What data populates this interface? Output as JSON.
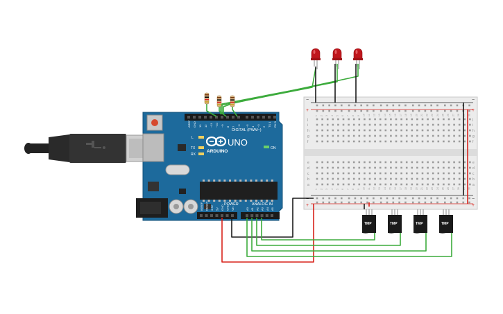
{
  "arduino": {
    "logo": "ARDUINO",
    "model": "UNO",
    "digital_header": "DIGITAL (PWM~)",
    "power_header": "POWER",
    "analog_header": "ANALOG IN",
    "analog_pins": [
      "A0",
      "A1",
      "A2",
      "A3",
      "A4",
      "A5"
    ],
    "power_pins": [
      "IOREF",
      "RESET",
      "3.3V",
      "5V",
      "GND",
      "GND",
      "Vin"
    ],
    "digital_pins": [
      "AREF",
      "GND",
      "13",
      "12",
      "~11",
      "~10",
      "~9",
      "8",
      "7",
      "~6",
      "~5",
      "4",
      "~3",
      "2",
      "TX 1",
      "RX 0"
    ],
    "led_labels": [
      "L",
      "TX",
      "RX"
    ],
    "on_label": "ON",
    "board_color": "#1d6a9c"
  },
  "breadboard": {
    "row_letters_top": [
      "j",
      "i",
      "h",
      "g",
      "f"
    ],
    "row_letters_bottom": [
      "e",
      "d",
      "c",
      "b",
      "a"
    ],
    "columns": [
      "1",
      "2",
      "3",
      "4",
      "5",
      "6",
      "7",
      "8",
      "9",
      "10",
      "11",
      "12",
      "13",
      "14",
      "15",
      "16",
      "17",
      "18",
      "19",
      "20",
      "21",
      "22",
      "23",
      "24",
      "25",
      "26",
      "27",
      "28",
      "29",
      "30"
    ],
    "rail_minus": "−",
    "rail_plus": "+"
  },
  "sensors": {
    "label": "TMP",
    "count": 4
  },
  "leds": {
    "count": 3,
    "color": "#c0161c"
  },
  "resistors": {
    "count": 3
  },
  "wires": {
    "green": "#3cab3c",
    "red": "#d8231c",
    "black": "#1a1a1a"
  }
}
